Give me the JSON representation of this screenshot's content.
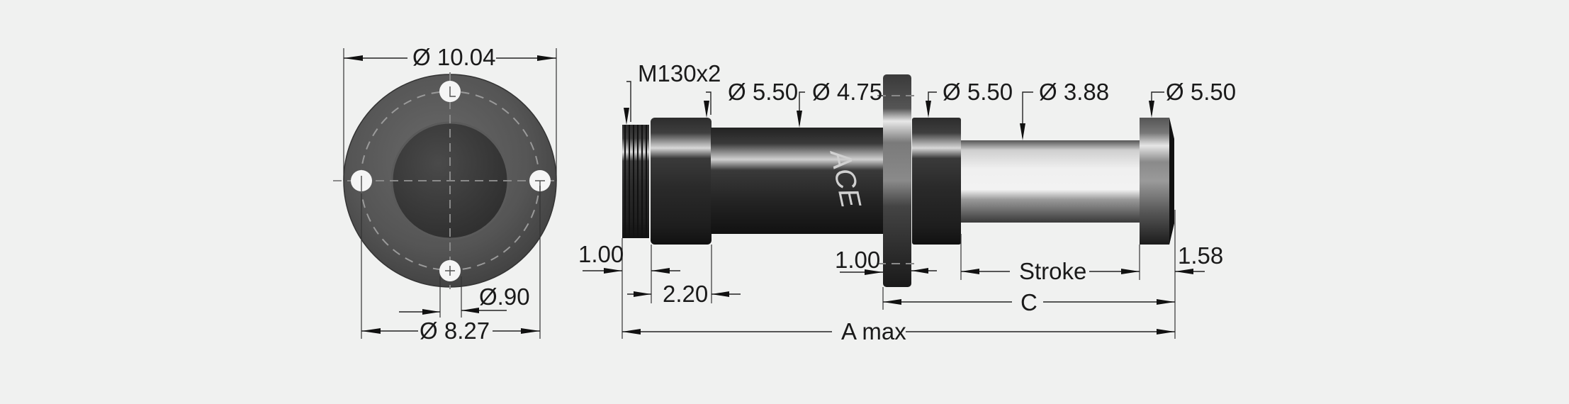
{
  "drawing": {
    "background": "#f0f1f0",
    "brand_logo": "ACE",
    "front_view": {
      "outer_diameter": "Ø 10.04",
      "bolt_circle_diameter": "Ø 8.27",
      "hole_diameter": "Ø.90"
    },
    "side_view": {
      "thread": "M130x2",
      "nut_diameter": "Ø 5.50",
      "body_diameter": "Ø 4.75",
      "collar_diameter": "Ø 5.50",
      "rod_diameter": "Ø 3.88",
      "head_diameter": "Ø 5.50",
      "thread_length": "1.00",
      "nut_length": "2.20",
      "flange_thickness": "1.00",
      "stroke": "Stroke",
      "head_length": "1.58",
      "c_dimension": "C",
      "overall_length": "A max"
    }
  }
}
